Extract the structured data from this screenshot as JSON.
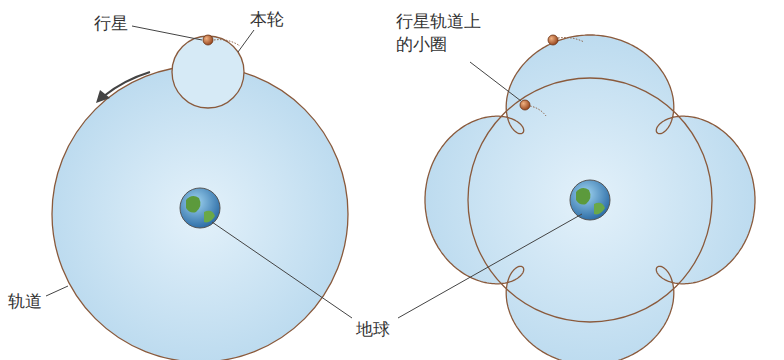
{
  "diagram": {
    "labels": [
      "行星",
      "本轮",
      "行星轨道上 的小圈",
      "轨道",
      "地球"
    ]
  }
}
